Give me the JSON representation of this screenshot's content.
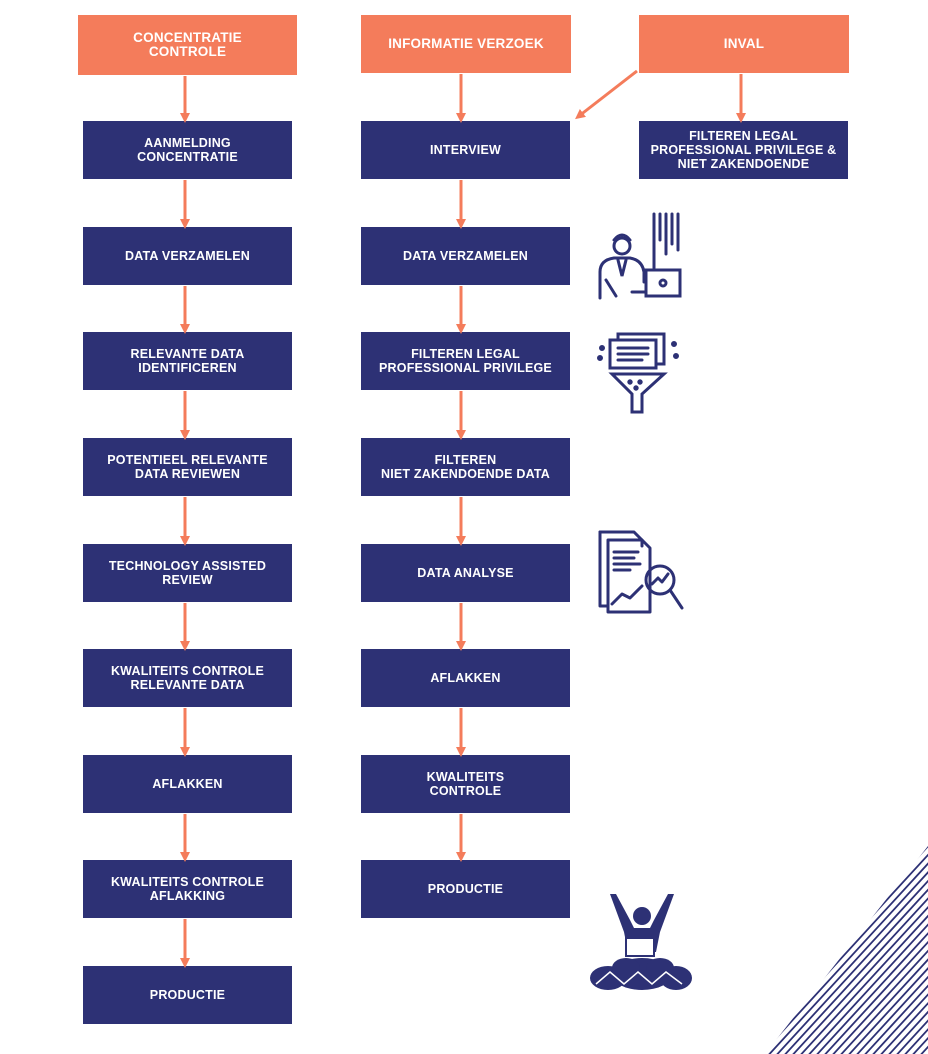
{
  "colors": {
    "header": "#f47c5b",
    "step": "#2d3175",
    "arrow": "#f47c5b",
    "icon": "#2d3175"
  },
  "columns": [
    {
      "header": "CONCENTRATIE\nCONTROLE",
      "steps": [
        "AANMELDING\nCONCENTRATIE",
        "DATA VERZAMELEN",
        "RELEVANTE DATA\nIDENTIFICEREN",
        "POTENTIEEL RELEVANTE\nDATA REVIEWEN",
        "TECHNOLOGY ASSISTED\nREVIEW",
        "KWALITEITS CONTROLE\nRELEVANTE DATA",
        "AFLAKKEN",
        "KWALITEITS CONTROLE\nAFLAKKING",
        "PRODUCTIE"
      ]
    },
    {
      "header": "INFORMATIE VERZOEK",
      "steps": [
        "INTERVIEW",
        "DATA VERZAMELEN",
        "FILTEREN LEGAL\nPROFESSIONAL PRIVILEGE",
        "FILTEREN\nNIET ZAKENDOENDE DATA",
        "DATA ANALYSE",
        "AFLAKKEN",
        "KWALITEITS\nCONTROLE",
        "PRODUCTIE"
      ]
    },
    {
      "header": "INVAL",
      "steps": [
        "FILTEREN LEGAL\nPROFESSIONAL PRIVILEGE &\nNIET ZAKENDOENDE"
      ]
    }
  ],
  "icons": [
    "person-laptop-data-icon",
    "document-filter-funnel-icon",
    "document-analysis-magnifier-icon",
    "celebrating-person-cloud-icon"
  ]
}
